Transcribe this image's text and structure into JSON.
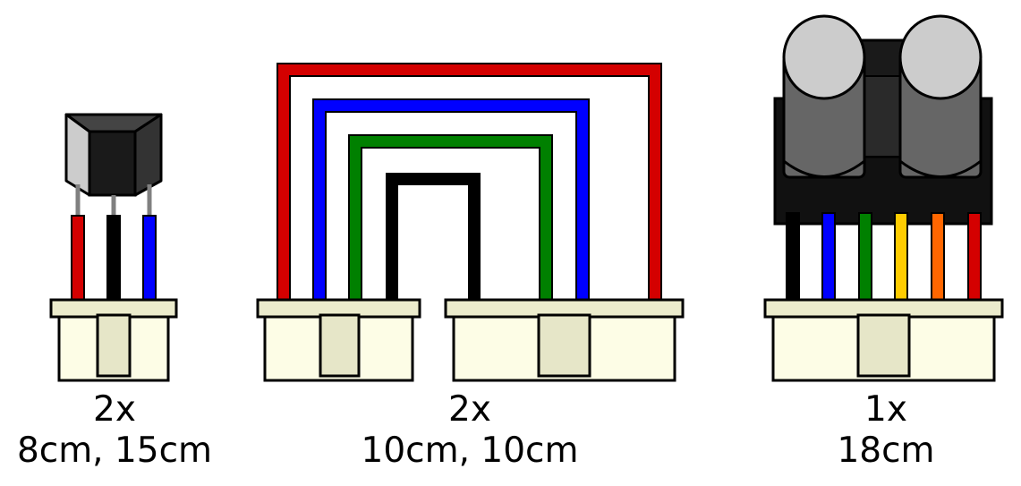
{
  "colors": {
    "outline": "#000000",
    "connector_body": "#fdfde6",
    "connector_lip": "#ebebcc",
    "connector_notch": "#e6e6c8",
    "pin": "#808080",
    "component_dark": "#1a1a1a",
    "component_mid": "#555555",
    "component_light": "#cccccc",
    "wire_red": "#d40000",
    "wire_blue": "#0000ff",
    "wire_green": "#008000",
    "wire_black": "#000000",
    "wire_yellow": "#ffcc00",
    "wire_orange": "#ff6600",
    "background": "#ffffff"
  },
  "groups": [
    {
      "id": "temperature-sensor-cable",
      "quantity": "2x",
      "lengths": "8cm, 15cm",
      "component_icon": "to92-sensor-icon",
      "wires": [
        "wire_red",
        "wire_black",
        "wire_blue"
      ]
    },
    {
      "id": "double-connector-cable",
      "quantity": "2x",
      "lengths": "10cm, 10cm",
      "component_icon": "looped-wire-icon",
      "wires": [
        "wire_red",
        "wire_blue",
        "wire_green",
        "wire_black"
      ]
    },
    {
      "id": "ultrasonic-sensor-cable",
      "quantity": "1x",
      "lengths": "18cm",
      "component_icon": "ultrasonic-sensor-icon",
      "wires": [
        "wire_black",
        "wire_blue",
        "wire_green",
        "wire_yellow",
        "wire_orange",
        "wire_red"
      ]
    }
  ]
}
